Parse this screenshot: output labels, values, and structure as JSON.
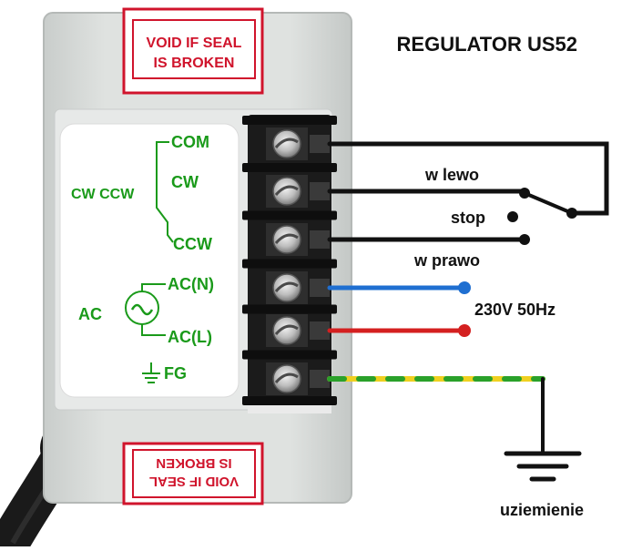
{
  "title": "REGULATOR US52",
  "seal": {
    "top_line1": "VOID IF SEAL",
    "top_line2": "IS BROKEN",
    "bottom_line1": "VOID IF SEAL",
    "bottom_line2": "IS BROKEN"
  },
  "panel": {
    "com": "COM",
    "cw": "CW",
    "ccw": "CCW",
    "cw_ccw": "CW CCW",
    "ac": "AC",
    "acn": "AC(N)",
    "acl": "AC(L)",
    "fg": "FG"
  },
  "wiring": {
    "left": "w  lewo",
    "stop": "stop",
    "right": "w  prawo",
    "power": "230V 50Hz",
    "ground": "uziemienie"
  },
  "colors": {
    "panel_label": "#1a9a1a",
    "seal_red": "#d0142c",
    "wire_blue": "#1f6fd1",
    "wire_red": "#d42020",
    "wire_yellow": "#f0d020",
    "wire_green": "#2aa12a",
    "housing": "#d8dcda"
  }
}
